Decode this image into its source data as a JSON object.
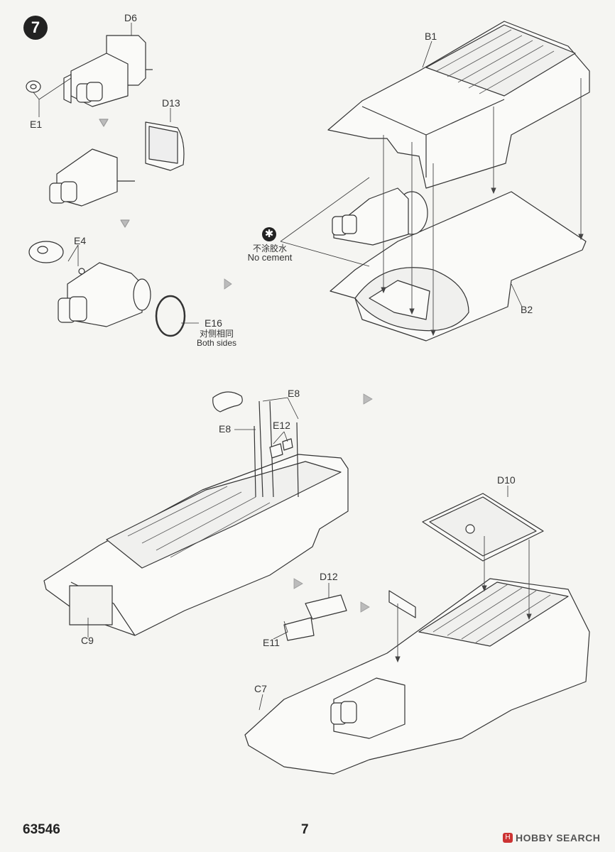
{
  "page": {
    "step_number": "7",
    "kit_number": "63546",
    "page_number": "7"
  },
  "labels": {
    "d6": "D6",
    "e1": "E1",
    "d13": "D13",
    "e4": "E4",
    "e16": "E16",
    "b1": "B1",
    "b2": "B2",
    "e8_a": "E8",
    "e8_b": "E8",
    "e12": "E12",
    "c9": "C9",
    "d10": "D10",
    "d12": "D12",
    "e11": "E11",
    "c7": "C7"
  },
  "notes": {
    "no_cement_cn": "不涂胶水",
    "no_cement_en": "No cement",
    "both_sides_cn": "对侧相同",
    "both_sides_en": "Both sides"
  },
  "icons": {
    "no_cement": "no-cement-icon",
    "next_step": "next-step-arrow-icon"
  },
  "watermark": {
    "text": "HOBBY SEARCH",
    "logo_glyph": "H"
  }
}
